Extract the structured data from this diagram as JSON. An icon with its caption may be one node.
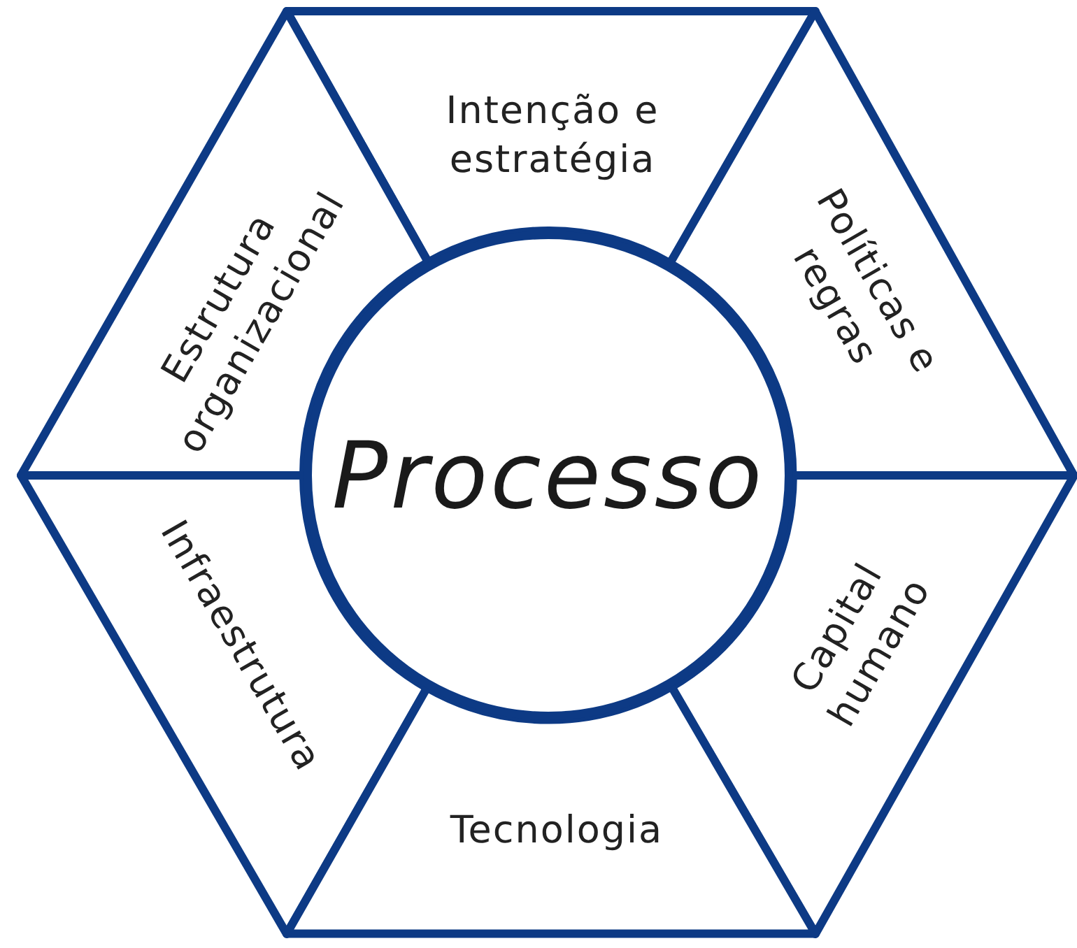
{
  "diagram": {
    "nodes": [
      {
        "text": [
          "Intenção e estratégia"
        ]
      },
      {
        "text": [
          "Estrutura organizacional"
        ]
      },
      {
        "text": [
          "Políticas e regras"
        ]
      },
      {
        "text": [
          "Processo"
        ]
      },
      {
        "text": [
          "Infraestrutura"
        ]
      },
      {
        "text": [
          "Capital humano"
        ]
      },
      {
        "text": [
          "Tecnologia"
        ]
      }
    ]
  }
}
